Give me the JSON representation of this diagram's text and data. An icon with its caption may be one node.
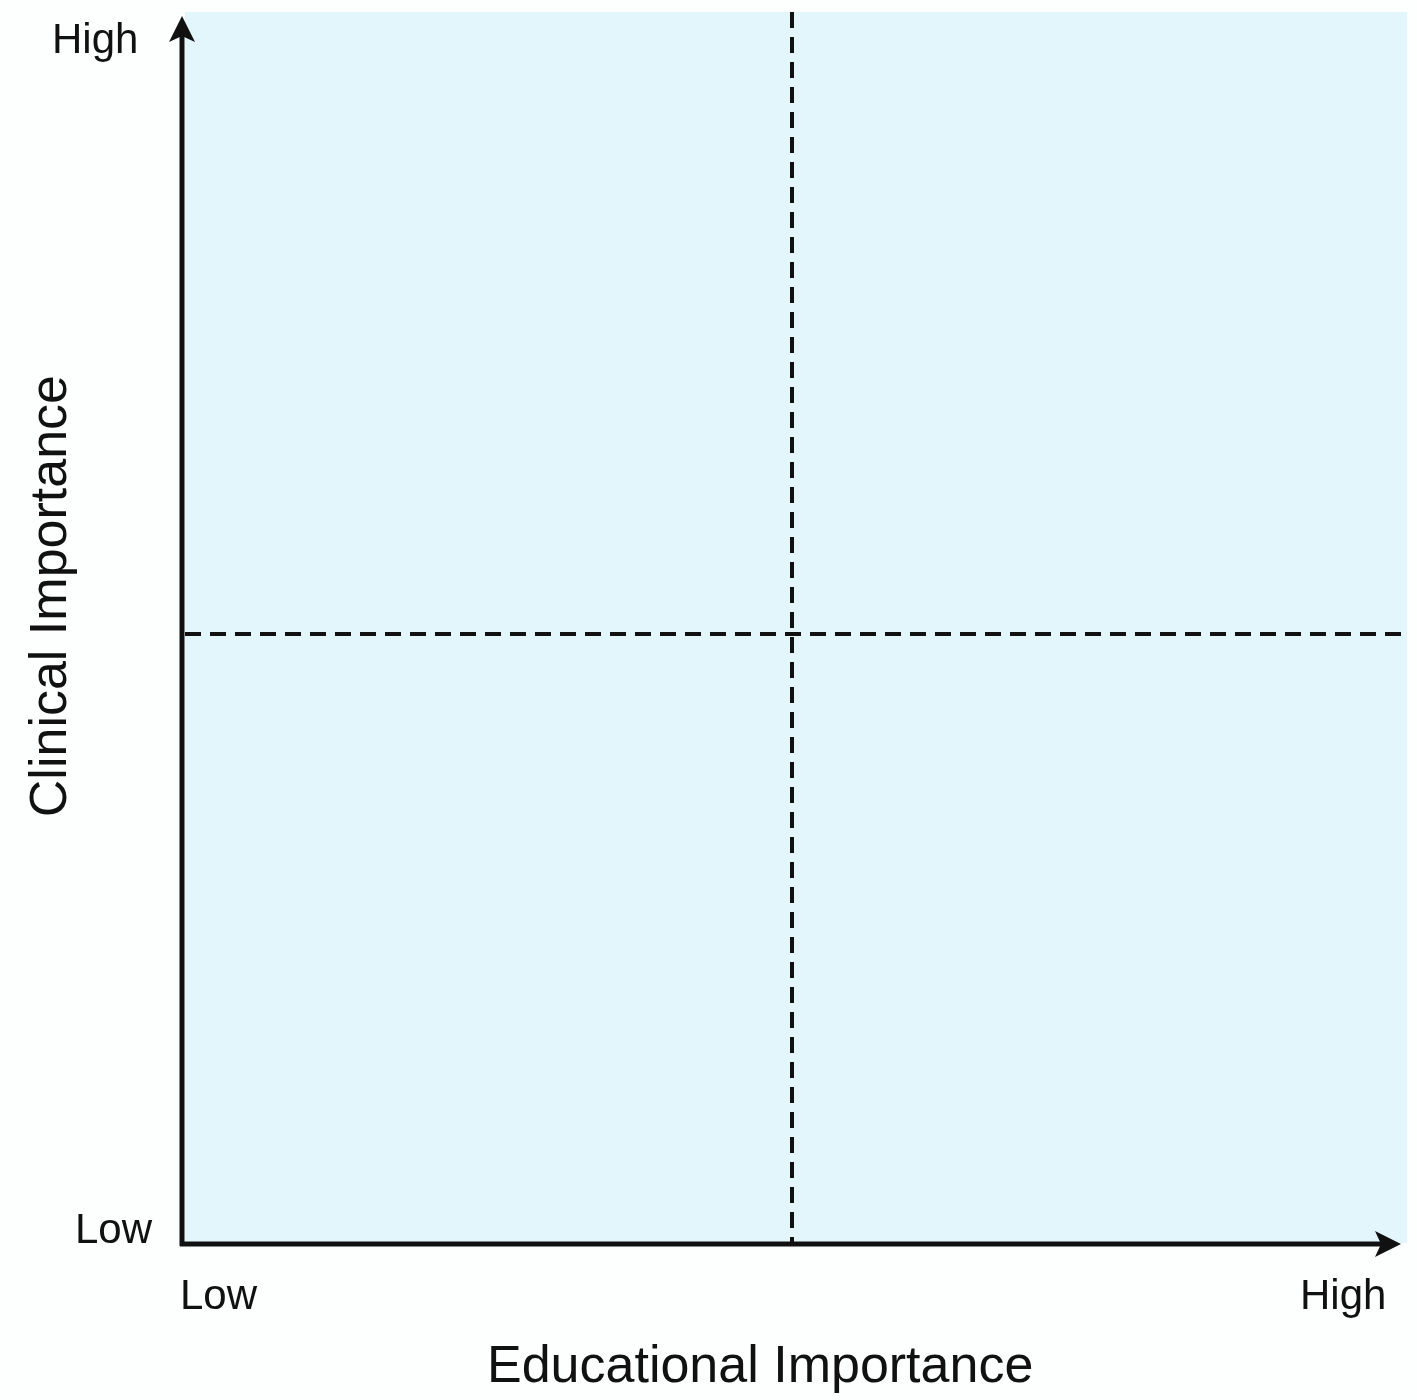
{
  "diagram": {
    "labels": [
      "High",
      "Clinical Importance",
      "Low",
      "Low",
      "High",
      "Educational Importance"
    ]
  }
}
